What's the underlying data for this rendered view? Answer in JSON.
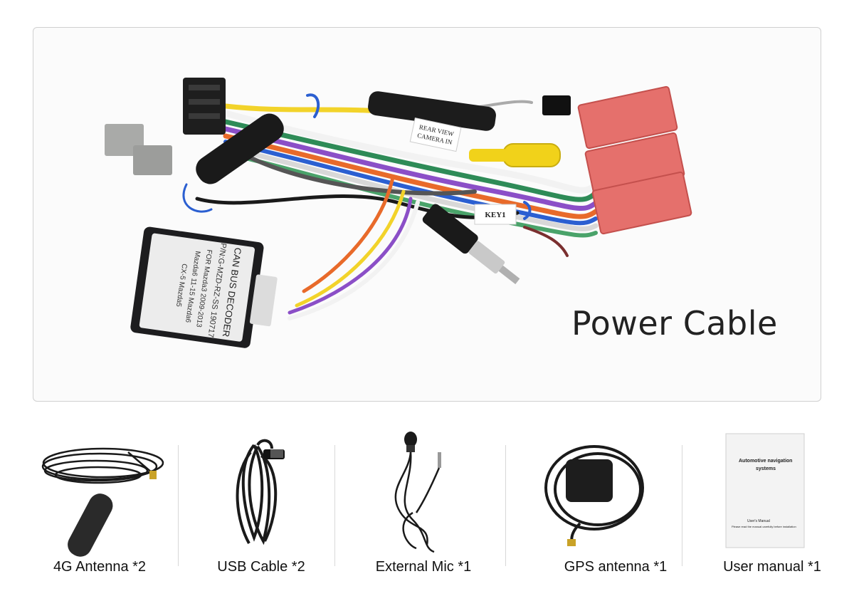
{
  "hero": {
    "title": "Power Cable",
    "decoder_label_lines": [
      "CAN BUS DECODER",
      "P/N:G-MZD-RZ-SS 190717",
      "FOR Mazda3 2009-2013",
      "Mazda6 11-15 Mazda6",
      "CX-5 Mazda5"
    ],
    "rear_view_tag": [
      "REAR VIEW",
      "CAMERA IN"
    ],
    "key_tag": "KEY1"
  },
  "accessories": [
    {
      "label": "4G Antenna *2",
      "icon": "antenna-4g-icon"
    },
    {
      "label": "USB Cable *2",
      "icon": "usb-cable-icon"
    },
    {
      "label": "External Mic *1",
      "icon": "microphone-icon"
    },
    {
      "label": "GPS antenna *1",
      "icon": "gps-antenna-icon"
    },
    {
      "label": "User manual *1",
      "icon": "user-manual-icon"
    }
  ],
  "manual": {
    "cover_title": [
      "Automotive navigation",
      "systems"
    ],
    "footer_title": "User's Manual",
    "footer_note": "Please read the manual carefully before installation"
  },
  "colors": {
    "connector_red": "#e5706c",
    "connector_gray": "#a9aaa8",
    "rca_yellow": "#f1d21a",
    "decoder_black": "#1d1d1f"
  }
}
